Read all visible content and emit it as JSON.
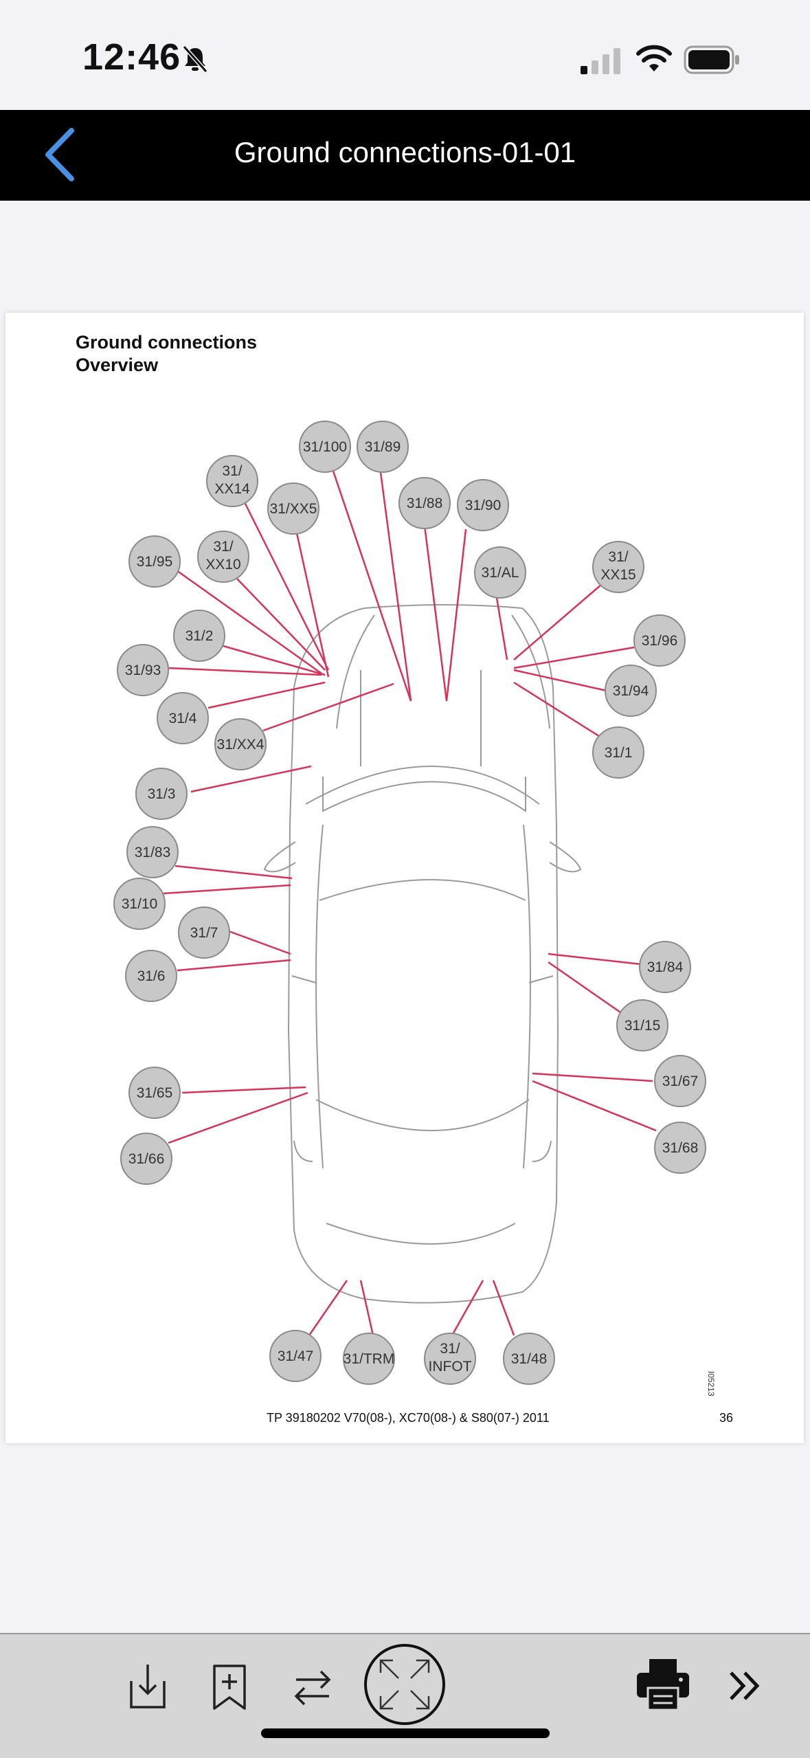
{
  "status_bar": {
    "time": "12:46"
  },
  "navbar": {
    "title": "Ground connections-01-01"
  },
  "document": {
    "title_line1": "Ground connections",
    "title_line2": "Overview",
    "footer": "TP 39180202 V70(08-), XC70(08-) & S80(07-) 2011",
    "page_number": "36",
    "image_code": "I05213",
    "labels": [
      [
        "31/100"
      ],
      [
        "31/89"
      ],
      [
        "31/",
        "XX14"
      ],
      [
        "31/XX5"
      ],
      [
        "31/88"
      ],
      [
        "31/90"
      ],
      [
        "31/95"
      ],
      [
        "31/",
        "XX10"
      ],
      [
        "31/AL"
      ],
      [
        "31/",
        "XX15"
      ],
      [
        "31/2"
      ],
      [
        "31/96"
      ],
      [
        "31/93"
      ],
      [
        "31/94"
      ],
      [
        "31/4"
      ],
      [
        "31/XX4"
      ],
      [
        "31/1"
      ],
      [
        "31/3"
      ],
      [
        "31/83"
      ],
      [
        "31/10"
      ],
      [
        "31/7"
      ],
      [
        "31/84"
      ],
      [
        "31/6"
      ],
      [
        "31/15"
      ],
      [
        "31/65"
      ],
      [
        "31/67"
      ],
      [
        "31/66"
      ],
      [
        "31/68"
      ],
      [
        "31/47"
      ],
      [
        "31/TRM"
      ],
      [
        "31/",
        "INFOT"
      ],
      [
        "31/48"
      ]
    ]
  },
  "toolbar": {
    "icons": [
      "download-icon",
      "bookmark-add-icon",
      "swap-icon",
      "fullscreen-icon",
      "print-icon",
      "more-icon"
    ]
  },
  "colors": {
    "leader_line": "#d6335a",
    "circle_fill": "#c8c8c8",
    "navbar": "#000000",
    "accent": "#4a90e2"
  }
}
